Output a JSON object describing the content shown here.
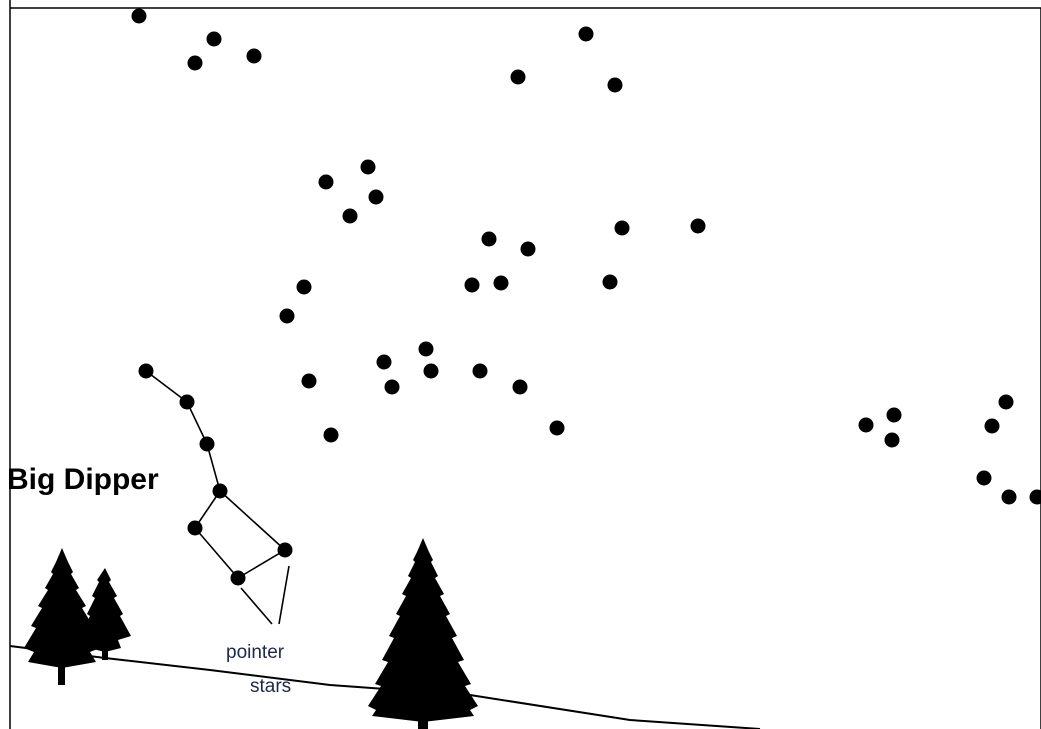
{
  "labels": {
    "constellation": "Big Dipper",
    "pointer_line1": "pointer",
    "pointer_line2": "stars"
  },
  "colors": {
    "background": "#ffffff",
    "ink": "#000000",
    "note_text": "#1c2a4a"
  }
}
